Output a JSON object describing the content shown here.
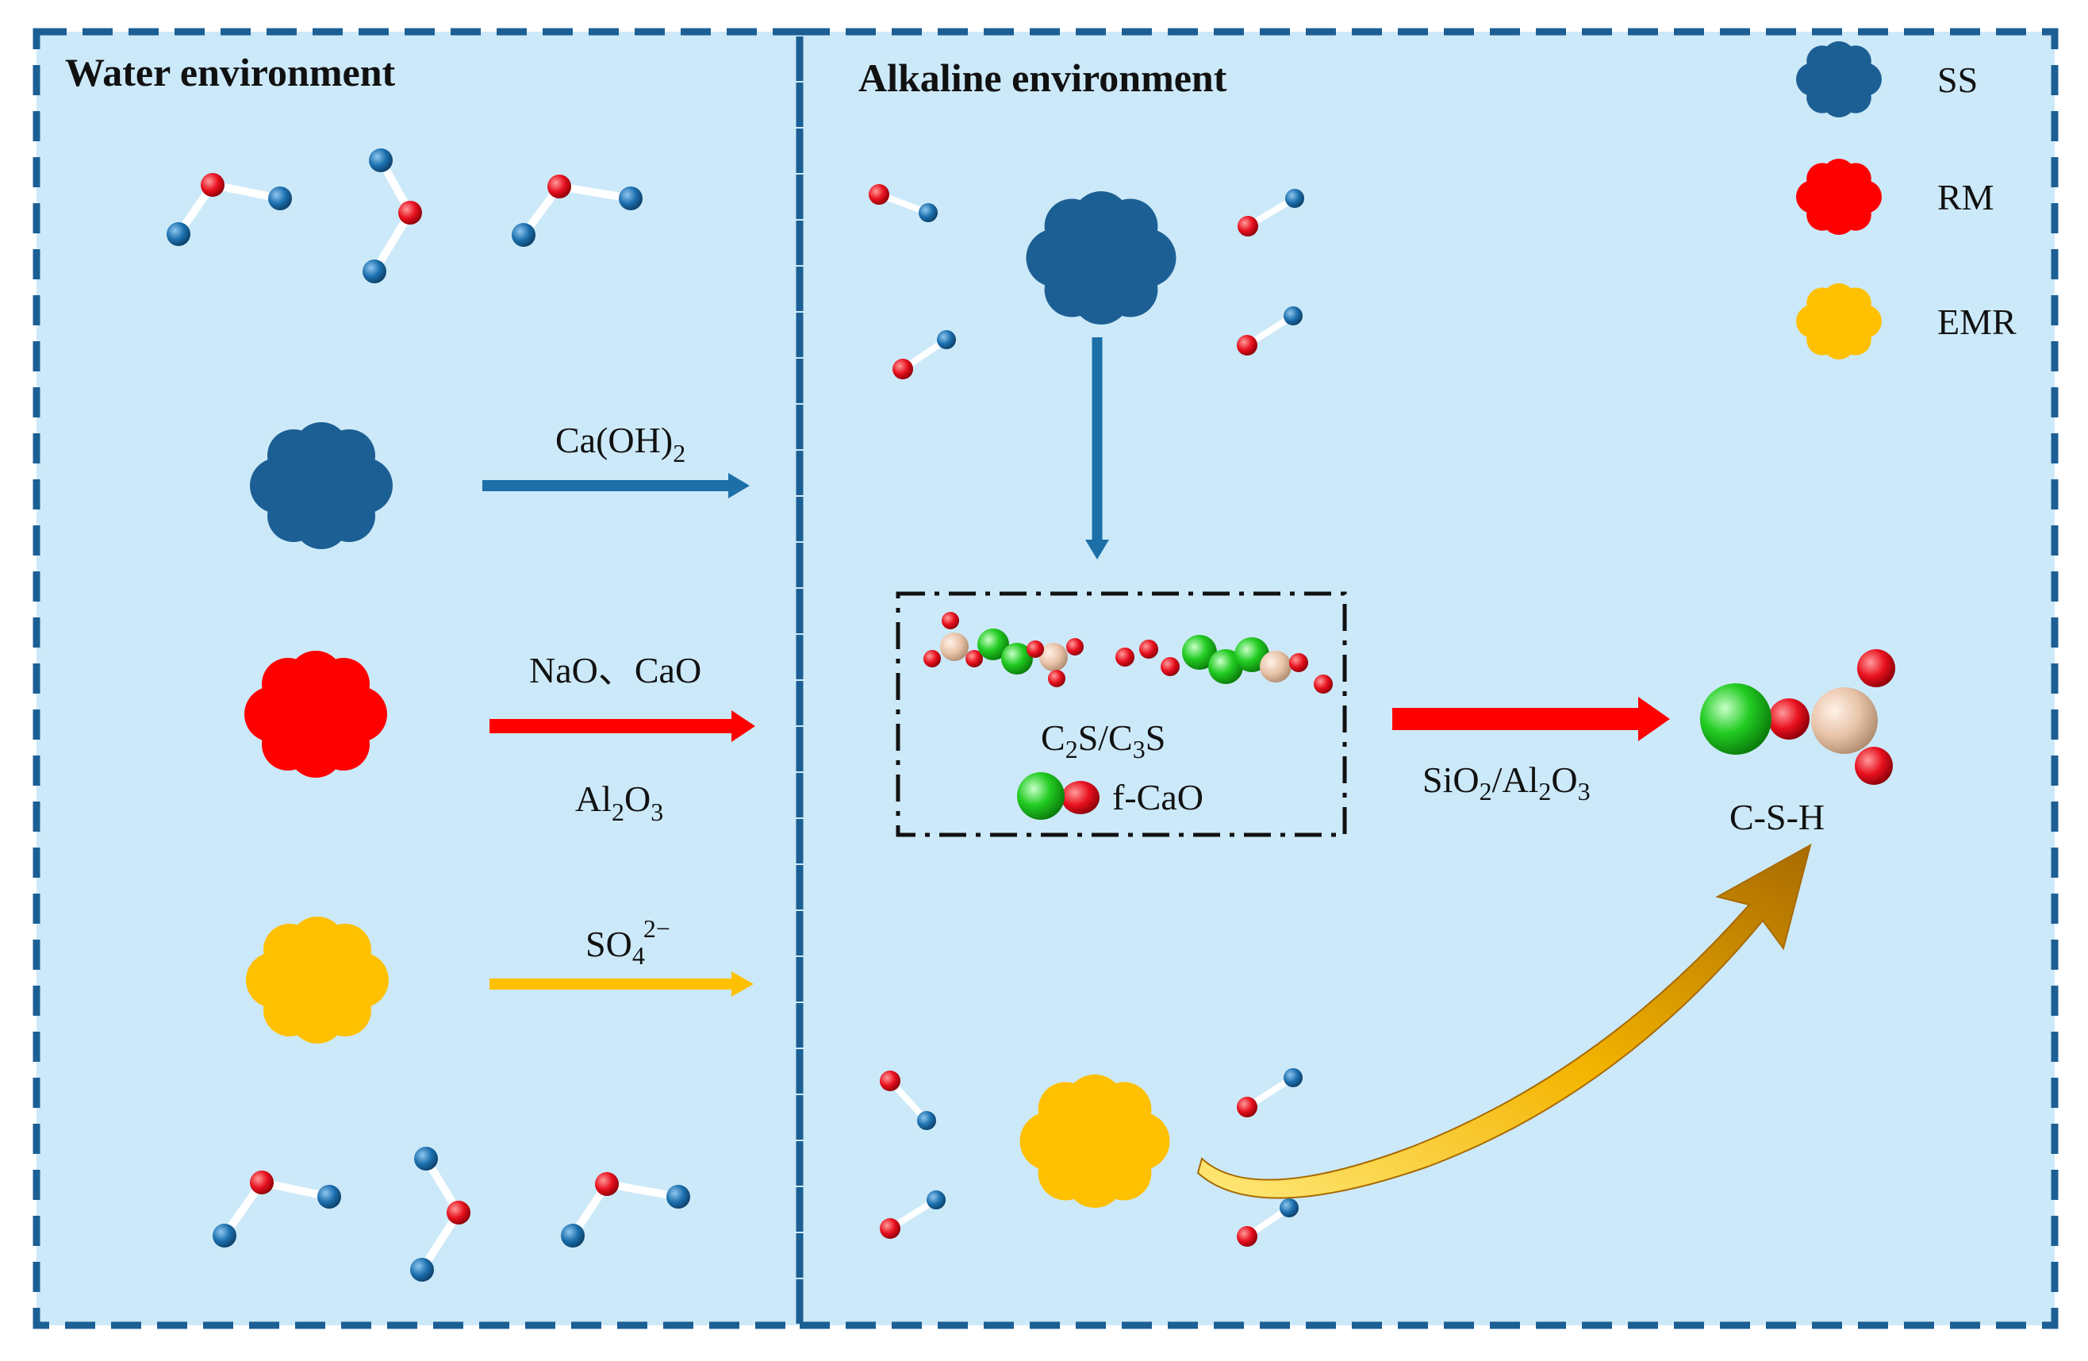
{
  "panels": {
    "left_title": "Water environment",
    "right_title": "Alkaline environment"
  },
  "legend": [
    {
      "label": "SS",
      "color": "#1c5f94"
    },
    {
      "label": "RM",
      "color": "#ff0000"
    },
    {
      "label": "EMR",
      "color": "#ffc000"
    }
  ],
  "reactions": {
    "ss_arrow": {
      "main": "Ca(OH)",
      "sub": "2"
    },
    "rm_arrow_top": "NaO、CaO",
    "rm_arrow_bottom": {
      "a": "Al",
      "a_sub": "2",
      "b": "O",
      "b_sub": "3"
    },
    "emr_arrow": {
      "main": "SO",
      "sub": "4",
      "sup": "2−"
    }
  },
  "product_box": {
    "silicates": {
      "p1": "C",
      "s1": "2",
      "p2": "S/C",
      "s2": "3",
      "p3": "S"
    },
    "free_lime": "f-CaO"
  },
  "final_arrow": {
    "a": "SiO",
    "a_sub": "2",
    "b": "/Al",
    "b_sub": "2",
    "c": "O",
    "c_sub": "3"
  },
  "product_label": "C-S-H",
  "colors": {
    "background": "#cce9f9",
    "border": "#1c5f94",
    "water_oxygen": "#e8101e",
    "water_hydrogen": "#1b6fae",
    "calcium": "#22cc22",
    "silicon": "#e8c3a8",
    "oxygen": "#e00012"
  }
}
